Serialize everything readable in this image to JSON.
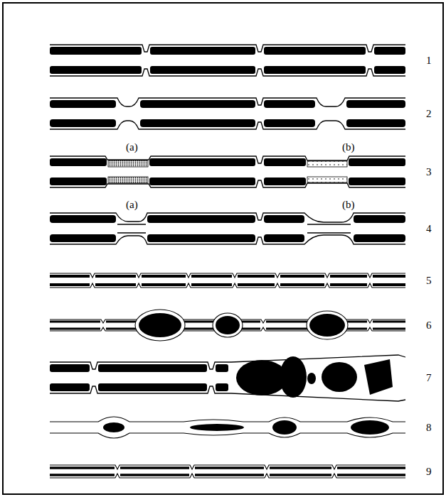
{
  "diagram": {
    "labels": [
      "1",
      "2",
      "(a)",
      "(b)",
      "3",
      "(a)",
      "(b)",
      "4",
      "5",
      "6",
      "7",
      "8",
      "9"
    ]
  }
}
